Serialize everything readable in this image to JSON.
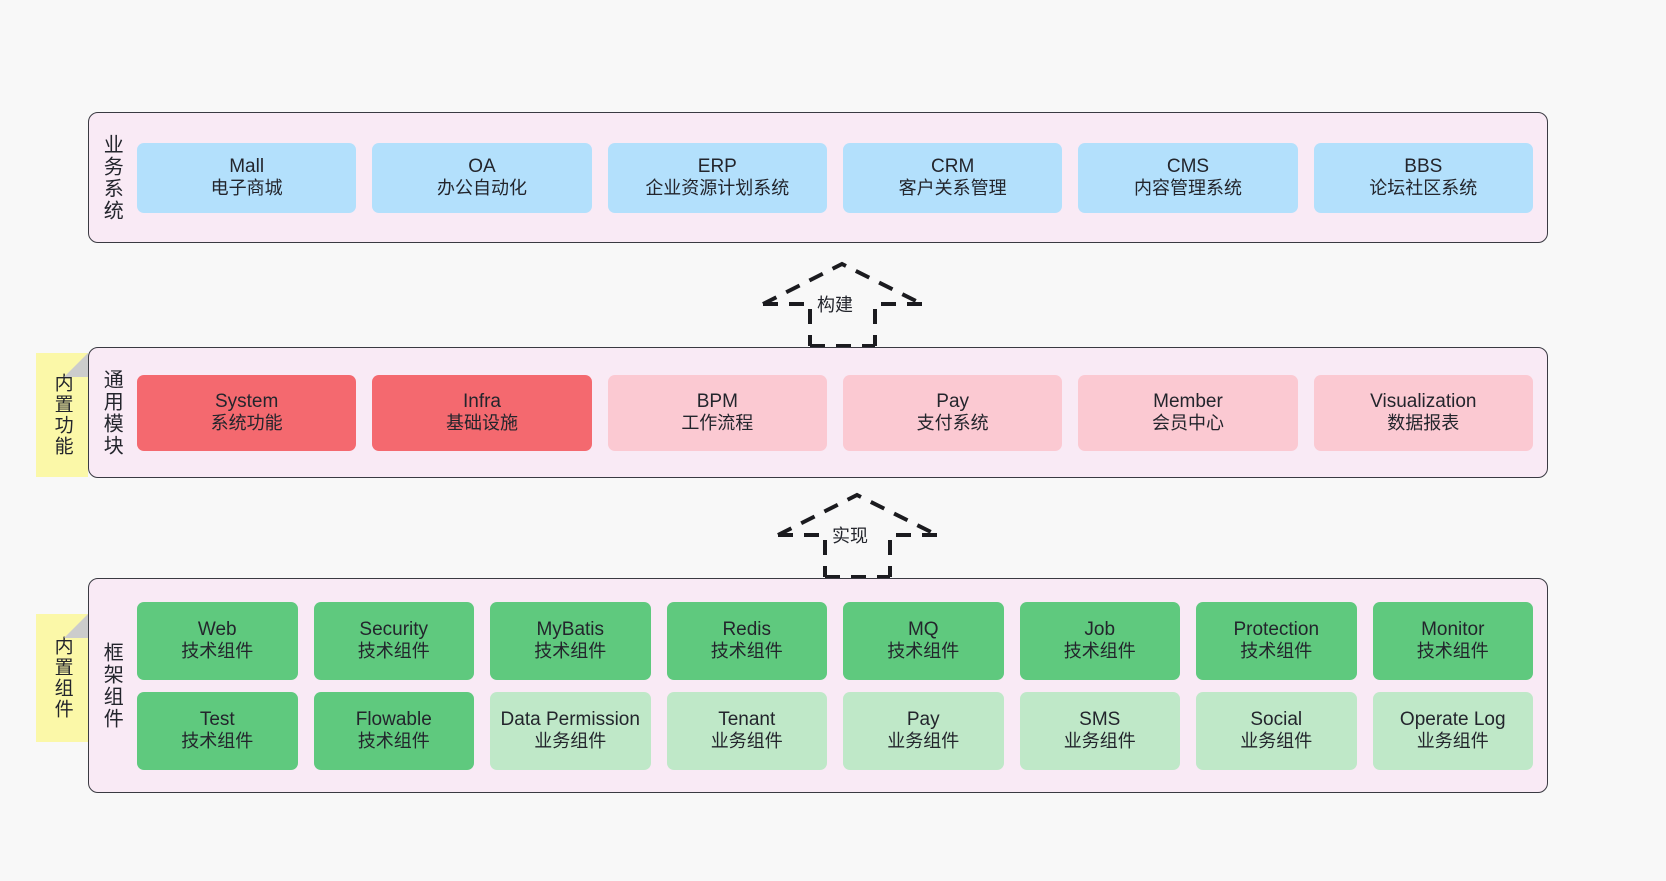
{
  "layers": [
    {
      "id": "business",
      "title": "业务系统",
      "rows": [
        {
          "style": "c-blue",
          "cards": [
            {
              "title": "Mall",
              "sub": "电子商城"
            },
            {
              "title": "OA",
              "sub": "办公自动化"
            },
            {
              "title": "ERP",
              "sub": "企业资源计划系统"
            },
            {
              "title": "CRM",
              "sub": "客户关系管理"
            },
            {
              "title": "CMS",
              "sub": "内容管理系统"
            },
            {
              "title": "BBS",
              "sub": "论坛社区系统"
            }
          ]
        }
      ]
    },
    {
      "id": "modules",
      "title": "通用模块",
      "rows": [
        {
          "cards": [
            {
              "title": "System",
              "sub": "系统功能",
              "style": "c-red"
            },
            {
              "title": "Infra",
              "sub": "基础设施",
              "style": "c-red"
            },
            {
              "title": "BPM",
              "sub": "工作流程",
              "style": "c-pink"
            },
            {
              "title": "Pay",
              "sub": "支付系统",
              "style": "c-pink"
            },
            {
              "title": "Member",
              "sub": "会员中心",
              "style": "c-pink"
            },
            {
              "title": "Visualization",
              "sub": "数据报表",
              "style": "c-pink"
            }
          ]
        }
      ]
    },
    {
      "id": "framework",
      "title": "框架组件",
      "rows": [
        {
          "style": "c-green",
          "cards": [
            {
              "title": "Web",
              "sub": "技术组件"
            },
            {
              "title": "Security",
              "sub": "技术组件"
            },
            {
              "title": "MyBatis",
              "sub": "技术组件"
            },
            {
              "title": "Redis",
              "sub": "技术组件"
            },
            {
              "title": "MQ",
              "sub": "技术组件"
            },
            {
              "title": "Job",
              "sub": "技术组件"
            },
            {
              "title": "Protection",
              "sub": "技术组件"
            },
            {
              "title": "Monitor",
              "sub": "技术组件"
            }
          ]
        },
        {
          "cards": [
            {
              "title": "Test",
              "sub": "技术组件",
              "style": "c-green"
            },
            {
              "title": "Flowable",
              "sub": "技术组件",
              "style": "c-green"
            },
            {
              "title": "Data Permission",
              "sub": "业务组件",
              "style": "c-greenpale"
            },
            {
              "title": "Tenant",
              "sub": "业务组件",
              "style": "c-greenpale"
            },
            {
              "title": "Pay",
              "sub": "业务组件",
              "style": "c-greenpale"
            },
            {
              "title": "SMS",
              "sub": "业务组件",
              "style": "c-greenpale"
            },
            {
              "title": "Social",
              "sub": "业务组件",
              "style": "c-greenpale"
            },
            {
              "title": "Operate Log",
              "sub": "业务组件",
              "style": "c-greenpale"
            }
          ]
        }
      ]
    }
  ],
  "notes": [
    {
      "id": "note-modules",
      "text": "内置功能"
    },
    {
      "id": "note-framework",
      "text": "内置组件"
    }
  ],
  "arrows": [
    {
      "id": "arrow-build",
      "label": "构建"
    },
    {
      "id": "arrow-impl",
      "label": "实现"
    }
  ],
  "colors": {
    "canvas_background": "#f8f8f8",
    "panel_background": "#f9eaf5",
    "panel_border": "#3a3a42",
    "business_card": "#b3e0fc",
    "module_core_card": "#f4696f",
    "module_card": "#fbc9d2",
    "framework_tech_card": "#5fc97e",
    "framework_biz_card": "#bfe8c8",
    "note_background": "#fbf8a8",
    "note_fold": "#cccccc",
    "text": "#23252c"
  }
}
